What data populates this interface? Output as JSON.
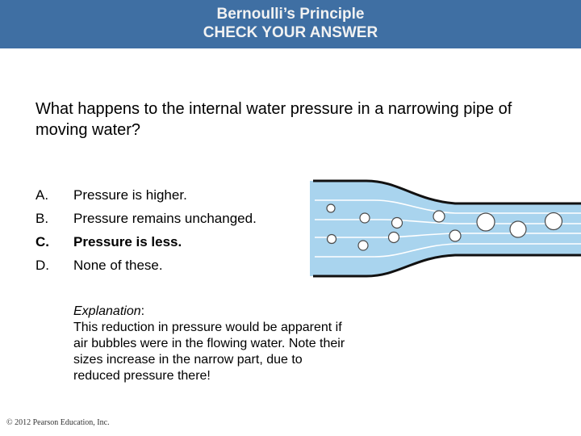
{
  "header": {
    "title_line1": "Bernoulli’s Principle",
    "title_line2": "CHECK YOUR ANSWER",
    "background_color": "#3f6fa3"
  },
  "question": "What happens to the internal water pressure in a narrowing pipe of moving water?",
  "options": [
    {
      "letter": "A.",
      "text": "Pressure is higher."
    },
    {
      "letter": "B.",
      "text": "Pressure remains unchanged."
    },
    {
      "letter": "C.",
      "text": "Pressure is less."
    },
    {
      "letter": "D.",
      "text": "None of these."
    }
  ],
  "correct_option": "C",
  "explanation": {
    "label": "Explanation",
    "text": "This reduction in pressure would be apparent if air bubbles were in the flowing water. Note their sizes increase in the narrow part, due to reduced pressure there!"
  },
  "diagram": {
    "water_color": "#a9d4ee",
    "pipe_wall_color": "#111111"
  },
  "footer": {
    "copyright": "© 2012 Pearson Education, Inc."
  }
}
